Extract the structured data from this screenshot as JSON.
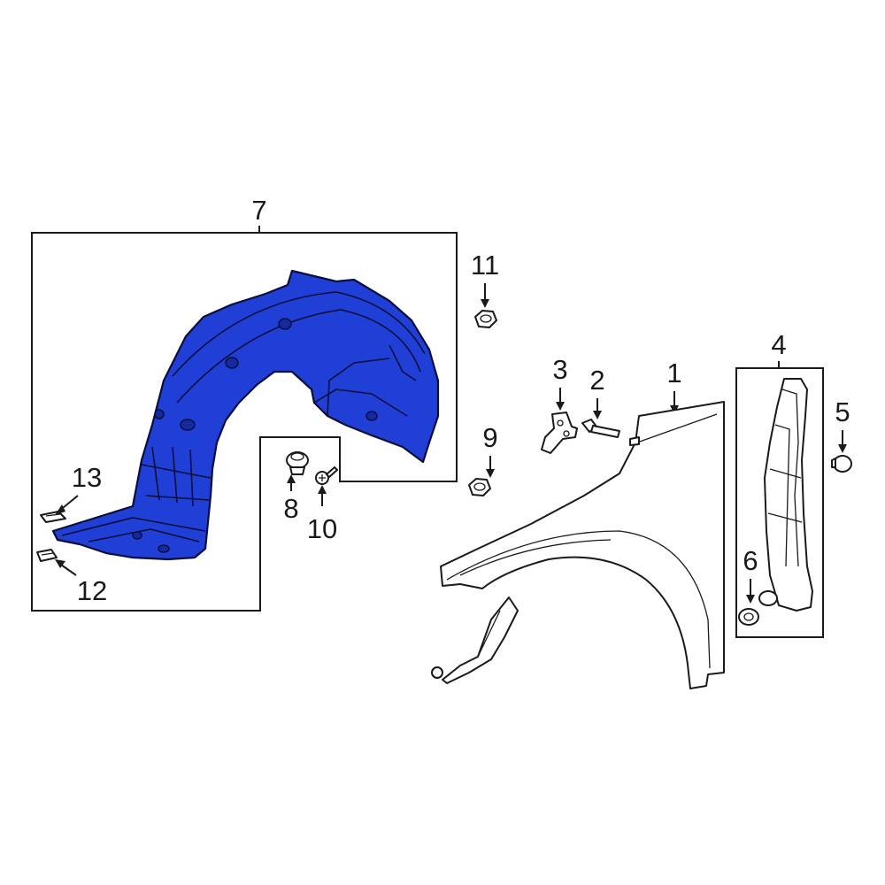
{
  "colors": {
    "highlight": "#1f3fd6",
    "outline": "#1a1a1a",
    "background": "#ffffff"
  },
  "callouts": {
    "c1": "1",
    "c2": "2",
    "c3": "3",
    "c4": "4",
    "c5": "5",
    "c6": "6",
    "c7": "7",
    "c8": "8",
    "c9": "9",
    "c10": "10",
    "c11": "11",
    "c12": "12",
    "c13": "13"
  }
}
